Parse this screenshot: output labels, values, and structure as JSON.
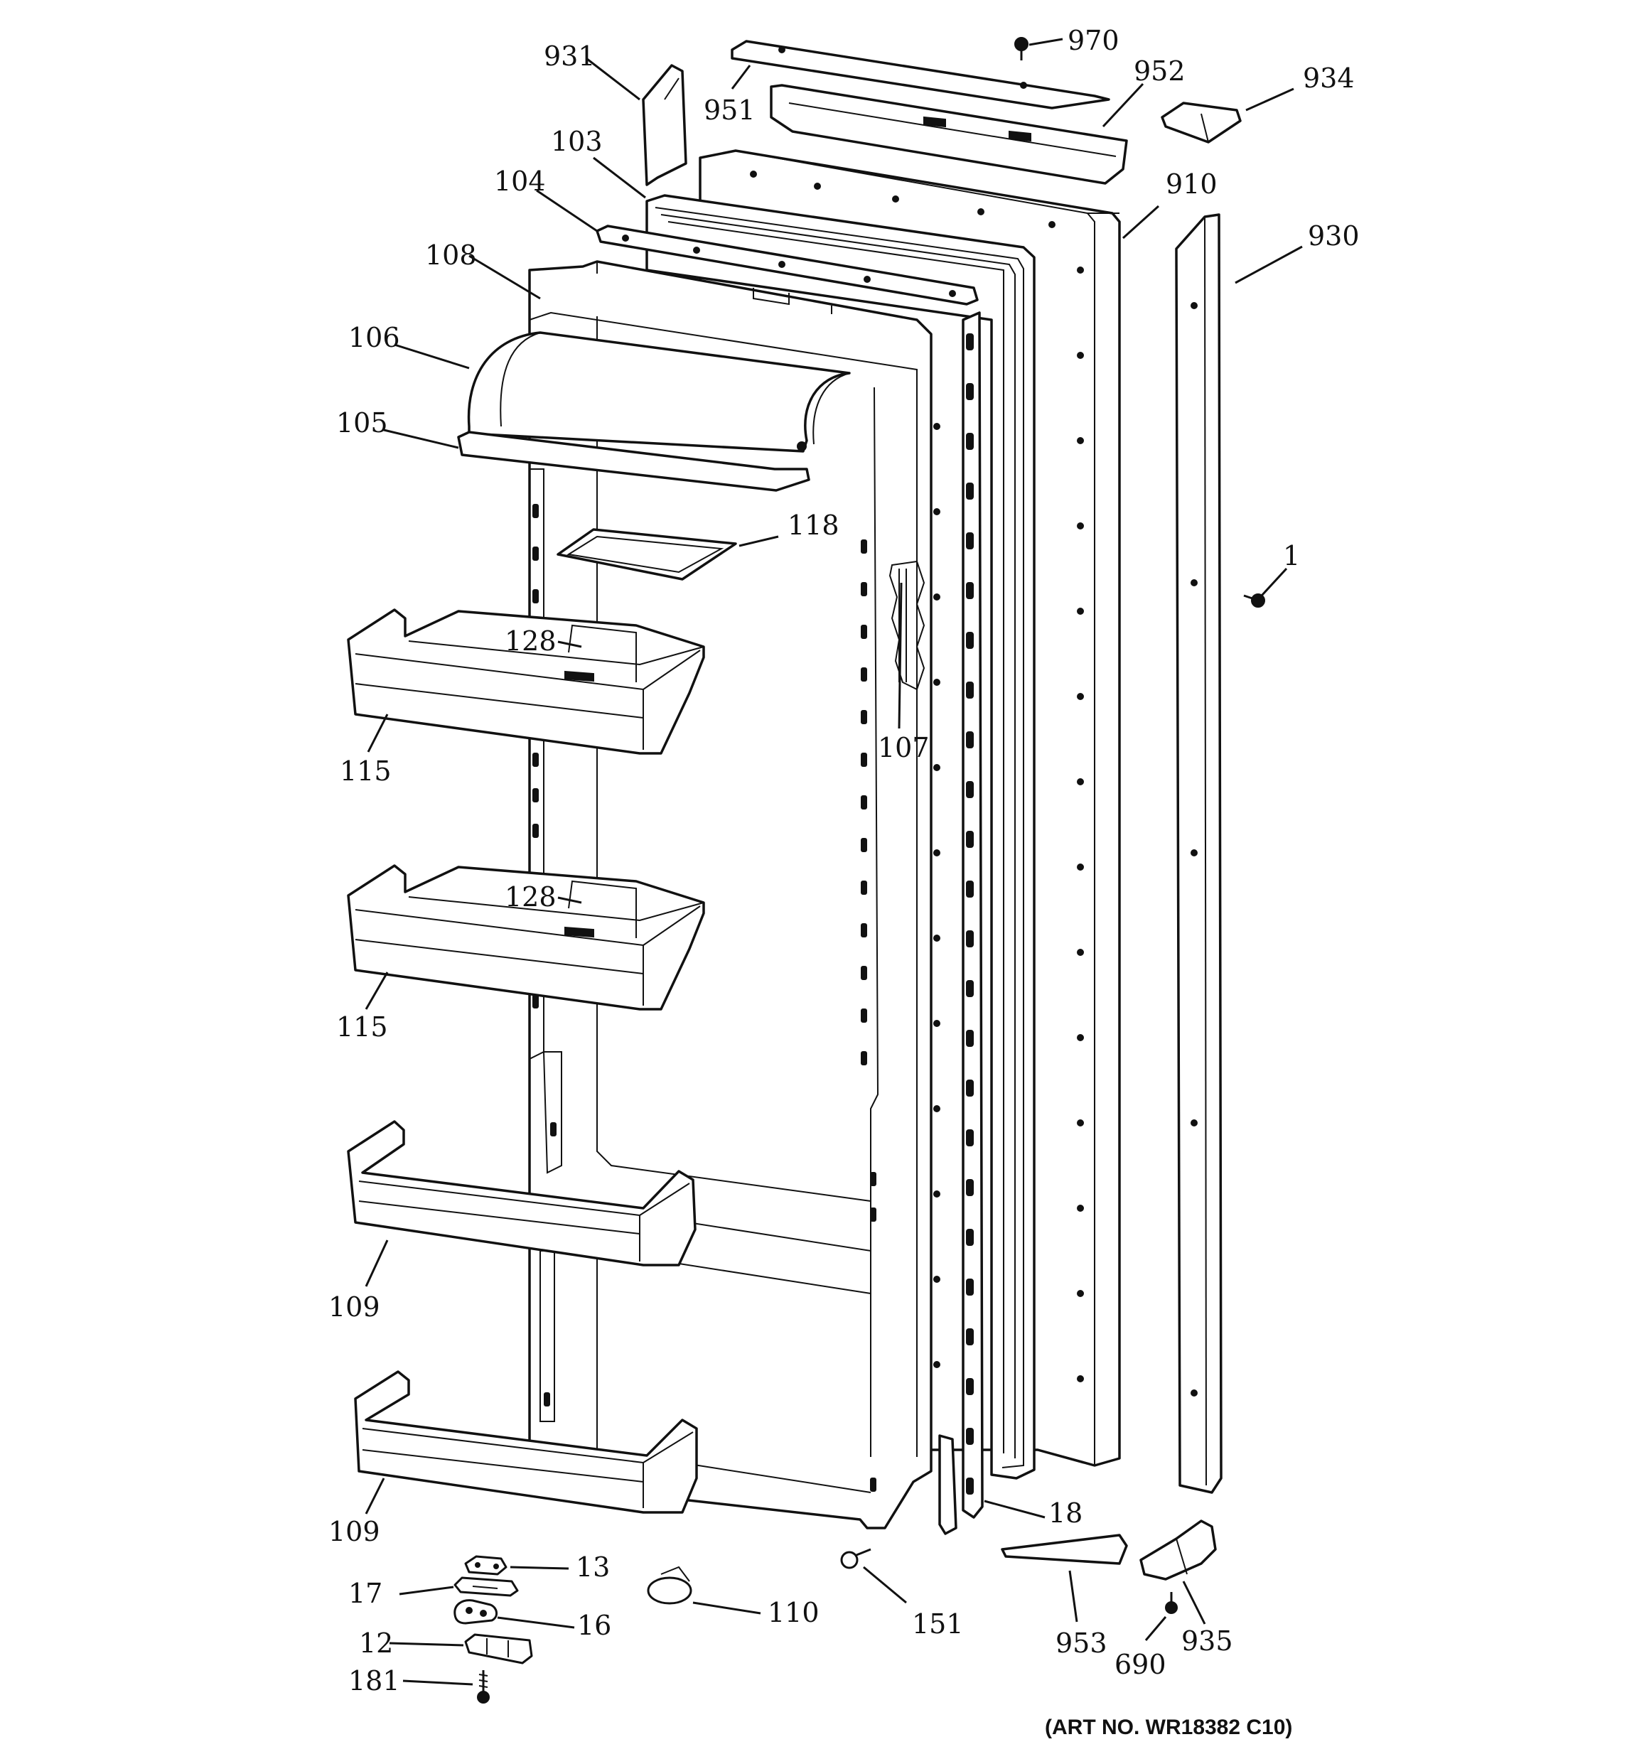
{
  "diagram": {
    "callouts": [
      {
        "id": "931",
        "text": "931"
      },
      {
        "id": "951",
        "text": "951"
      },
      {
        "id": "970",
        "text": "970"
      },
      {
        "id": "952",
        "text": "952"
      },
      {
        "id": "934",
        "text": "934"
      },
      {
        "id": "103",
        "text": "103"
      },
      {
        "id": "104",
        "text": "104"
      },
      {
        "id": "910",
        "text": "910"
      },
      {
        "id": "108",
        "text": "108"
      },
      {
        "id": "930",
        "text": "930"
      },
      {
        "id": "106",
        "text": "106"
      },
      {
        "id": "105",
        "text": "105"
      },
      {
        "id": "118",
        "text": "118"
      },
      {
        "id": "1",
        "text": "1"
      },
      {
        "id": "128a",
        "text": "128"
      },
      {
        "id": "107",
        "text": "107"
      },
      {
        "id": "115a",
        "text": "115"
      },
      {
        "id": "128b",
        "text": "128"
      },
      {
        "id": "115b",
        "text": "115"
      },
      {
        "id": "109a",
        "text": "109"
      },
      {
        "id": "109b",
        "text": "109"
      },
      {
        "id": "18",
        "text": "18"
      },
      {
        "id": "13",
        "text": "13"
      },
      {
        "id": "17",
        "text": "17"
      },
      {
        "id": "16",
        "text": "16"
      },
      {
        "id": "110",
        "text": "110"
      },
      {
        "id": "151",
        "text": "151"
      },
      {
        "id": "953",
        "text": "953"
      },
      {
        "id": "935",
        "text": "935"
      },
      {
        "id": "12",
        "text": "12"
      },
      {
        "id": "690",
        "text": "690"
      },
      {
        "id": "181",
        "text": "181"
      }
    ],
    "art_number": "(ART NO. WR18382 C10)"
  }
}
